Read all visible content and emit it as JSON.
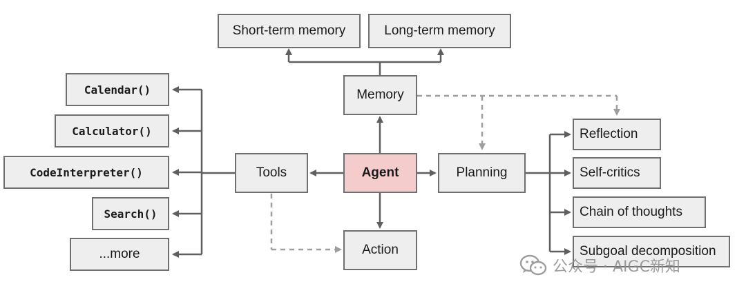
{
  "nodes": {
    "short_term_memory": "Short-term memory",
    "long_term_memory": "Long-term memory",
    "memory": "Memory",
    "tools": "Tools",
    "agent": "Agent",
    "planning": "Planning",
    "action": "Action",
    "calendar": "Calendar()",
    "calculator": "Calculator()",
    "code_interpreter": "CodeInterpreter()",
    "search": "Search()",
    "more": "...more",
    "reflection": "Reflection",
    "self_critics": "Self-critics",
    "chain_of_thoughts": "Chain of thoughts",
    "subgoal_decomposition": "Subgoal decomposition"
  },
  "watermark": {
    "text": "公众号 · AIGC新知",
    "icon": "wechat-icon"
  },
  "colors": {
    "box_fill": "#eeeeee",
    "box_border": "#6f6f6f",
    "agent_fill": "#f4cccc",
    "solid_arrow": "#5f5f5f",
    "dashed_arrow": "#9e9e9e"
  }
}
